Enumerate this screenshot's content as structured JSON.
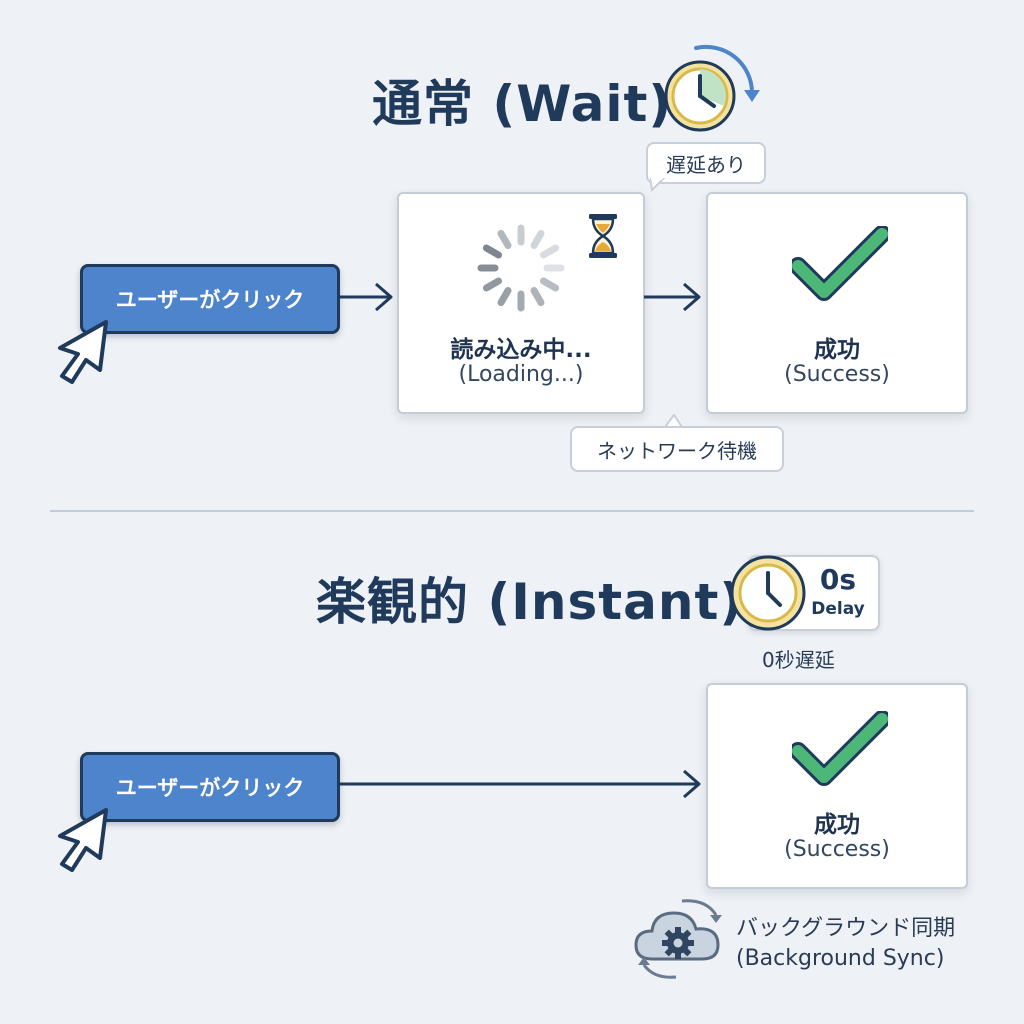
{
  "colors": {
    "background": "#eef1f5",
    "title": "#1f3a5a",
    "button_fill": "#4d84cc",
    "button_border": "#1f3a5a",
    "success_check": "#4db779",
    "clock_ring": "#e2c45a",
    "clock_face_fill": "#bfe3c4",
    "sync_arrow": "#4d84cc"
  },
  "wait_section": {
    "title": "通常 (Wait)",
    "clock_icon": "clock-icon",
    "delay_bubble": "遅延あり",
    "user_button": "ユーザーがクリック",
    "loading_card": {
      "main": "読み込み中...",
      "sub": "(Loading...)",
      "icons": [
        "spinner-icon",
        "hourglass-icon"
      ]
    },
    "success_card": {
      "main": "成功",
      "sub": "(Success)",
      "icon": "checkmark-icon"
    },
    "network_bubble": "ネットワーク待機"
  },
  "instant_section": {
    "title": "楽観的 (Instant)",
    "clock_icon": "clock-icon",
    "delay_badge": {
      "value": "0s",
      "label": "Delay"
    },
    "delay_caption": "0秒遅延",
    "user_button": "ユーザーがクリック",
    "success_card": {
      "main": "成功",
      "sub": "(Success)",
      "icon": "checkmark-icon"
    },
    "background_sync": {
      "line1": "バックグラウンド同期",
      "line2": "(Background Sync)",
      "icon": "cloud-sync-gear-icon"
    }
  }
}
